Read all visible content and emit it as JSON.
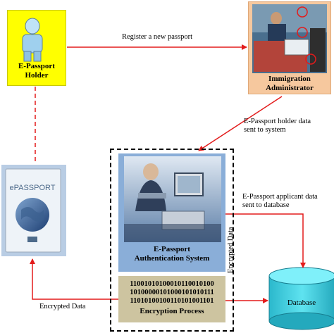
{
  "nodes": {
    "holder": {
      "line1": "E-Passport",
      "line2": "Holder"
    },
    "admin": {
      "line1": "Immigration",
      "line2": "Administrator"
    },
    "auth": {
      "line1": "E-Passport",
      "line2": "Authentication System"
    },
    "encryption": {
      "bits": [
        "11001010100010110010100",
        "10100000101000101010111",
        "11010100100110101001101"
      ],
      "label": "Encryption Process"
    },
    "database": {
      "label": "Database"
    },
    "passport": {
      "title": "ePASSPORT"
    }
  },
  "edges": {
    "register": "Register a new passport",
    "holder_data": [
      "E-Passport holder data",
      "sent to system"
    ],
    "applicant_data": [
      "E-Passport applicant data",
      "sent to database"
    ],
    "encrypted_left": "Encrypted Data",
    "encrypted_db": "Encrypted Data"
  },
  "colors": {
    "arrow": "#e31b1b",
    "holder_fill": "#ffff00",
    "admin_fill": "#f6c89e",
    "auth_fill": "#8aaed8",
    "encryption_fill": "#cdc4a0",
    "database_fill": "#3fd0e0",
    "passport_fill": "#b9cde4"
  }
}
